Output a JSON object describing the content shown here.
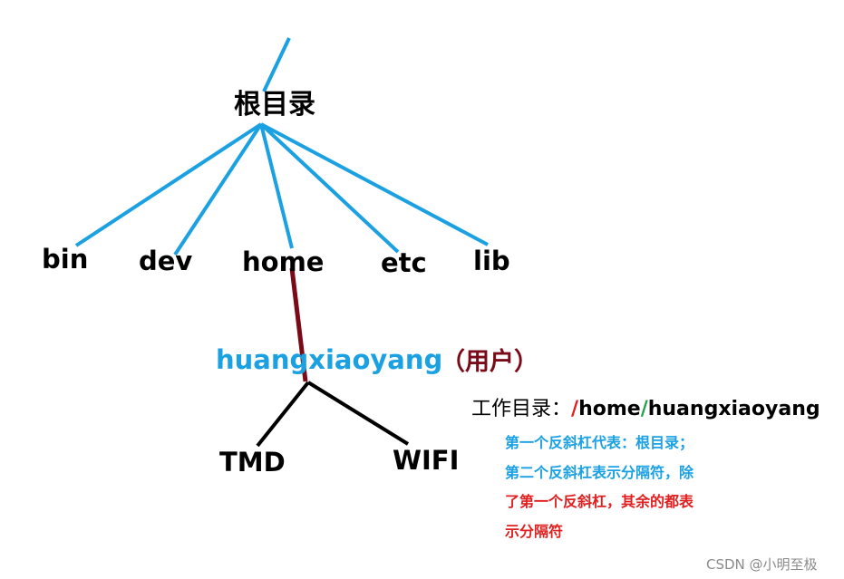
{
  "tree": {
    "root": "根目录",
    "children": [
      "bin",
      "dev",
      "home",
      "etc",
      "lib"
    ],
    "user": "huangxiaoyang",
    "user_tag": "（用户）",
    "user_dirs": [
      "TMD",
      "WIFI"
    ]
  },
  "working_dir": {
    "label": "工作目录：",
    "slash1": "/",
    "part1": "home",
    "slash2": "/",
    "part2": "huangxiaoyang"
  },
  "notes": [
    "第一个反斜杠代表：根目录；",
    "第二个反斜杠表示分隔符，除",
    "了第一个反斜杠，其余的都表",
    "示分隔符"
  ],
  "watermark": "CSDN @小明至极",
  "colors": {
    "tree_line": "#1ba1e2",
    "home_user_line": "#7a0a18",
    "user_line": "#000000",
    "slash_root": "#e02020",
    "slash_separator": "#22a34a",
    "note_blue": "#1ba1e2",
    "note_red": "#e02020"
  }
}
